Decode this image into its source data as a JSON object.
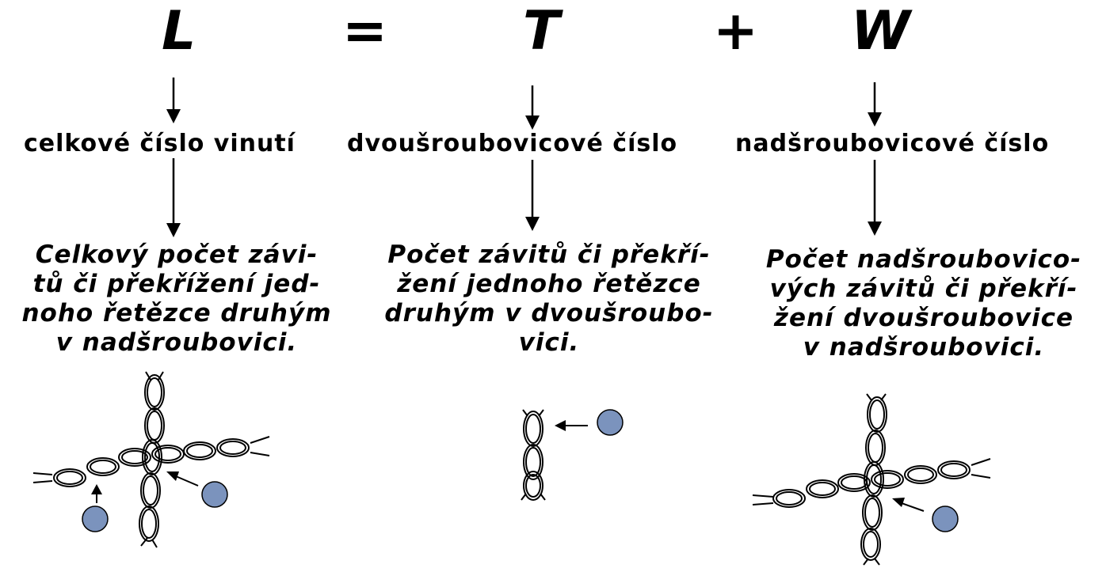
{
  "equation": {
    "L": "L",
    "eq": "=",
    "T": "T",
    "plus": "+",
    "W": "W"
  },
  "terms": {
    "L": "celkové číslo vinutí",
    "T": "dvoušroubovicové číslo",
    "W": "nadšroubovicové číslo"
  },
  "descriptions": {
    "L": [
      "Celkový počet závi-",
      "tů či překřížení jed-",
      "noho řetězce druhým",
      "v nadšroubovici."
    ],
    "T": [
      "Počet závitů či překří-",
      "žení jednoho řetězce",
      "druhým v dvoušroubo-",
      "vici."
    ],
    "W": [
      "Počet nadšroubovico-",
      "vých závitů či překří-",
      "žení dvoušroubovice",
      "v nadšroubovici."
    ]
  },
  "colors": {
    "marker_fill": "#7b93bd",
    "ink": "#000000"
  }
}
